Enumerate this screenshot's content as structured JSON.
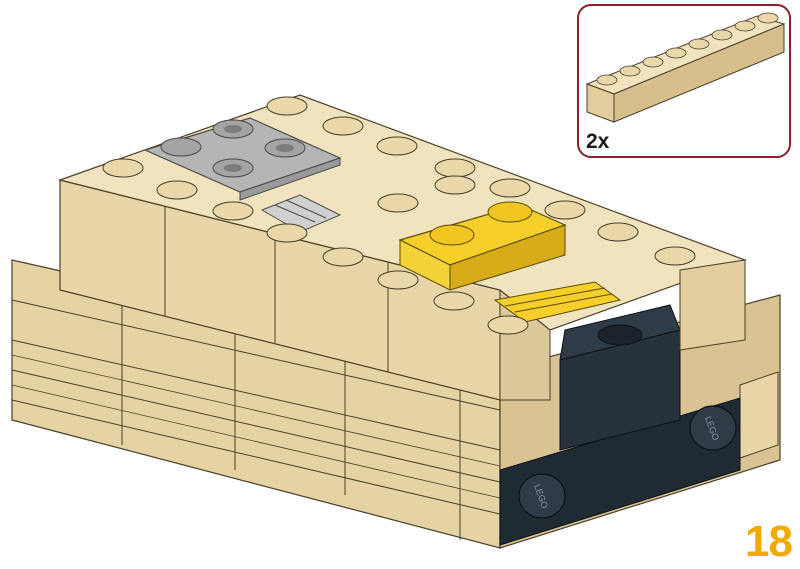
{
  "parts_callout": {
    "quantity": "2x",
    "part_icon": "tan-brick-1x8-icon",
    "border_color": "#8e1f2b"
  },
  "step_number": "18",
  "stud_logo_text": "LEGO",
  "colors": {
    "tan": "#e9d6a8",
    "tan_top": "#f1e3bd",
    "tan_dark": "#cdb584",
    "yellow": "#f7cf2a",
    "gray": "#b5b5b5",
    "black": "#1f2a33",
    "step_number": "#f2a900"
  }
}
